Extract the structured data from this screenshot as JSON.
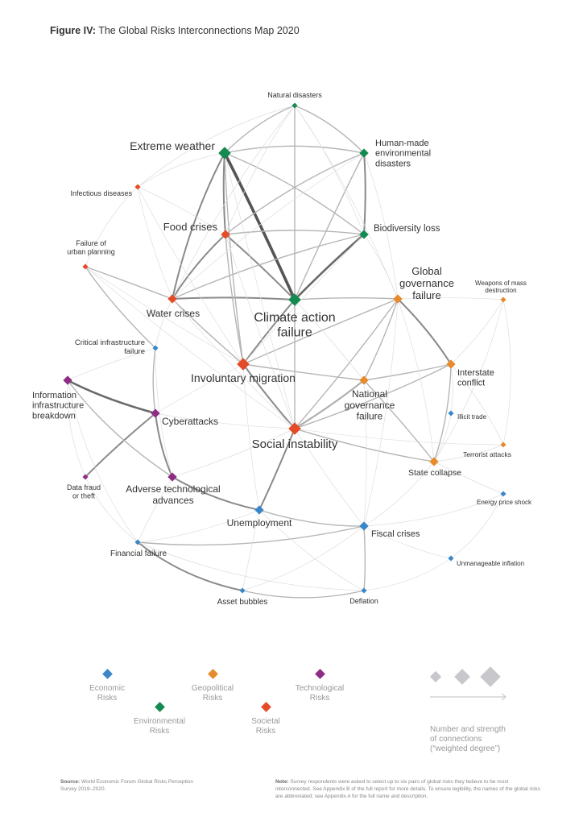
{
  "title": {
    "prefix": "Figure IV:",
    "text": "The Global Risks Interconnections Map 2020"
  },
  "colors": {
    "economic": "#3a87c8",
    "environmental": "#138a4f",
    "geopolitical": "#e88a2a",
    "societal": "#e44b26",
    "technological": "#8e2d85",
    "edge": "#999999",
    "legend_size": "#c8c8cc"
  },
  "nodes": [
    {
      "id": "nat",
      "label": [
        "Natural disasters"
      ],
      "cat": "environmental",
      "deg": 1
    },
    {
      "id": "ext",
      "label": [
        "Extreme weather"
      ],
      "cat": "environmental",
      "deg": 3
    },
    {
      "id": "hum",
      "label": [
        "Human-made",
        "environmental",
        "disasters"
      ],
      "cat": "environmental",
      "deg": 2
    },
    {
      "id": "inf",
      "label": [
        "Infectious diseases"
      ],
      "cat": "societal",
      "deg": 1
    },
    {
      "id": "food",
      "label": [
        "Food crises"
      ],
      "cat": "societal",
      "deg": 2
    },
    {
      "id": "bio",
      "label": [
        "Biodiversity loss"
      ],
      "cat": "environmental",
      "deg": 2
    },
    {
      "id": "urb",
      "label": [
        "Failure of",
        "urban planning"
      ],
      "cat": "societal",
      "deg": 1
    },
    {
      "id": "wat",
      "label": [
        "Water crises"
      ],
      "cat": "societal",
      "deg": 2
    },
    {
      "id": "cli",
      "label": [
        "Climate action",
        "failure"
      ],
      "cat": "environmental",
      "deg": 3
    },
    {
      "id": "glo",
      "label": [
        "Global",
        "governance",
        "failure"
      ],
      "cat": "geopolitical",
      "deg": 2
    },
    {
      "id": "wmd",
      "label": [
        "Weapons of mass",
        "destruction"
      ],
      "cat": "geopolitical",
      "deg": 1
    },
    {
      "id": "cri",
      "label": [
        "Critical infrastructure",
        "failure"
      ],
      "cat": "economic",
      "deg": 1
    },
    {
      "id": "inv",
      "label": [
        "Involuntary migration"
      ],
      "cat": "societal",
      "deg": 3
    },
    {
      "id": "nag",
      "label": [
        "National",
        "governance",
        "failure"
      ],
      "cat": "geopolitical",
      "deg": 2
    },
    {
      "id": "int",
      "label": [
        "Interstate",
        "conflict"
      ],
      "cat": "geopolitical",
      "deg": 2
    },
    {
      "id": "iib",
      "label": [
        "Information",
        "infrastructure",
        "breakdown"
      ],
      "cat": "technological",
      "deg": 2
    },
    {
      "id": "cyb",
      "label": [
        "Cyberattacks"
      ],
      "cat": "technological",
      "deg": 2
    },
    {
      "id": "ill",
      "label": [
        "Illicit trade"
      ],
      "cat": "economic",
      "deg": 1
    },
    {
      "id": "soc",
      "label": [
        "Social instability"
      ],
      "cat": "societal",
      "deg": 3
    },
    {
      "id": "ter",
      "label": [
        "Terrorist attacks"
      ],
      "cat": "geopolitical",
      "deg": 1
    },
    {
      "id": "sta",
      "label": [
        "State collapse"
      ],
      "cat": "geopolitical",
      "deg": 2
    },
    {
      "id": "dat",
      "label": [
        "Data fraud",
        "or theft"
      ],
      "cat": "technological",
      "deg": 1
    },
    {
      "id": "adv",
      "label": [
        "Adverse technological",
        "advances"
      ],
      "cat": "technological",
      "deg": 2
    },
    {
      "id": "ene",
      "label": [
        "Energy price shock"
      ],
      "cat": "economic",
      "deg": 1
    },
    {
      "id": "une",
      "label": [
        "Unemployment"
      ],
      "cat": "economic",
      "deg": 2
    },
    {
      "id": "fis",
      "label": [
        "Fiscal crises"
      ],
      "cat": "economic",
      "deg": 2
    },
    {
      "id": "fin",
      "label": [
        "Financial failure"
      ],
      "cat": "economic",
      "deg": 1
    },
    {
      "id": "unm",
      "label": [
        "Unmanageable inflation"
      ],
      "cat": "economic",
      "deg": 1
    },
    {
      "id": "ass",
      "label": [
        "Asset bubbles"
      ],
      "cat": "economic",
      "deg": 1
    },
    {
      "id": "def",
      "label": [
        "Deflation"
      ],
      "cat": "economic",
      "deg": 1
    }
  ],
  "edges": [
    [
      "ext",
      "cli",
      5
    ],
    [
      "bio",
      "cli",
      4
    ],
    [
      "iib",
      "cyb",
      4
    ],
    [
      "cyb",
      "dat",
      3
    ],
    [
      "soc",
      "une",
      3
    ],
    [
      "adv",
      "une",
      3
    ],
    [
      "fin",
      "ass",
      3
    ],
    [
      "soc",
      "nag",
      3
    ],
    [
      "inv",
      "soc",
      3
    ],
    [
      "glo",
      "int",
      3
    ],
    [
      "ext",
      "food",
      3
    ],
    [
      "ext",
      "wat",
      3
    ],
    [
      "food",
      "cli",
      3
    ],
    [
      "wat",
      "cli",
      3
    ],
    [
      "inv",
      "cli",
      3
    ],
    [
      "nat",
      "ext",
      2
    ],
    [
      "nat",
      "hum",
      2
    ],
    [
      "hum",
      "bio",
      3
    ],
    [
      "ext",
      "bio",
      2
    ],
    [
      "ext",
      "hum",
      2
    ],
    [
      "food",
      "wat",
      3
    ],
    [
      "food",
      "inv",
      2
    ],
    [
      "wat",
      "inv",
      2
    ],
    [
      "cli",
      "glo",
      2
    ],
    [
      "glo",
      "nag",
      2
    ],
    [
      "nag",
      "soc",
      2
    ],
    [
      "inv",
      "nag",
      2
    ],
    [
      "cyb",
      "adv",
      3
    ],
    [
      "iib",
      "adv",
      2
    ],
    [
      "cri",
      "cyb",
      2
    ],
    [
      "urb",
      "cri",
      2
    ],
    [
      "une",
      "fis",
      2
    ],
    [
      "fis",
      "fin",
      2
    ],
    [
      "fis",
      "def",
      2
    ],
    [
      "ass",
      "def",
      2
    ],
    [
      "soc",
      "sta",
      2
    ],
    [
      "nag",
      "sta",
      2
    ],
    [
      "int",
      "sta",
      2
    ],
    [
      "glo",
      "wmd",
      1
    ],
    [
      "int",
      "ter",
      1
    ],
    [
      "int",
      "wmd",
      1
    ],
    [
      "fis",
      "unm",
      1
    ],
    [
      "fis",
      "ene",
      1
    ],
    [
      "hum",
      "cli",
      2
    ],
    [
      "nat",
      "cli",
      2
    ],
    [
      "inf",
      "food",
      1
    ],
    [
      "inf",
      "wat",
      1
    ],
    [
      "urb",
      "wat",
      2
    ],
    [
      "inf",
      "ext",
      1
    ],
    [
      "hum",
      "food",
      2
    ],
    [
      "bio",
      "food",
      2
    ],
    [
      "bio",
      "wat",
      2
    ],
    [
      "glo",
      "inv",
      2
    ],
    [
      "glo",
      "soc",
      2
    ],
    [
      "int",
      "soc",
      2
    ],
    [
      "int",
      "nag",
      2
    ],
    [
      "ill",
      "sta",
      1
    ],
    [
      "ter",
      "sta",
      1
    ],
    [
      "ene",
      "unm",
      1
    ],
    [
      "unm",
      "def",
      1
    ],
    [
      "une",
      "ass",
      1
    ],
    [
      "une",
      "fin",
      1
    ],
    [
      "adv",
      "fin",
      1
    ],
    [
      "dat",
      "iib",
      1
    ],
    [
      "iib",
      "cri",
      1
    ],
    [
      "cri",
      "wat",
      1
    ],
    [
      "soc",
      "adv",
      1
    ],
    [
      "soc",
      "fis",
      1
    ],
    [
      "inv",
      "une",
      1
    ],
    [
      "ext",
      "inv",
      2
    ],
    [
      "nat",
      "bio",
      1
    ],
    [
      "nat",
      "food",
      1
    ],
    [
      "nat",
      "wat",
      1
    ],
    [
      "hum",
      "wat",
      1
    ],
    [
      "bio",
      "glo",
      1
    ],
    [
      "bio",
      "inv",
      1
    ],
    [
      "cli",
      "soc",
      2
    ],
    [
      "cli",
      "nag",
      1
    ],
    [
      "glo",
      "sta",
      1
    ],
    [
      "glo",
      "fis",
      1
    ],
    [
      "nag",
      "fis",
      1
    ],
    [
      "sta",
      "fis",
      1
    ],
    [
      "ill",
      "int",
      1
    ],
    [
      "ter",
      "soc",
      1
    ],
    [
      "wmd",
      "ter",
      1
    ],
    [
      "wmd",
      "sta",
      1
    ],
    [
      "ene",
      "sta",
      1
    ],
    [
      "cyb",
      "soc",
      1
    ],
    [
      "cyb",
      "inv",
      1
    ],
    [
      "cri",
      "adv",
      1
    ],
    [
      "fin",
      "iib",
      1
    ],
    [
      "dat",
      "fin",
      1
    ],
    [
      "urb",
      "inv",
      1
    ],
    [
      "urb",
      "soc",
      1
    ],
    [
      "inf",
      "inv",
      1
    ],
    [
      "inf",
      "urb",
      1
    ],
    [
      "inf",
      "nat",
      1
    ],
    [
      "une",
      "def",
      1
    ],
    [
      "fin",
      "def",
      1
    ],
    [
      "ass",
      "fis",
      1
    ],
    [
      "ext",
      "soc",
      1
    ],
    [
      "food",
      "soc",
      1
    ],
    [
      "wat",
      "soc",
      1
    ],
    [
      "hum",
      "glo",
      1
    ],
    [
      "nat",
      "glo",
      1
    ]
  ],
  "legend": {
    "categories": [
      {
        "key": "economic",
        "label": [
          "Economic",
          "Risks"
        ]
      },
      {
        "key": "environmental",
        "label": [
          "Environmental",
          "Risks"
        ]
      },
      {
        "key": "geopolitical",
        "label": [
          "Geopolitical",
          "Risks"
        ]
      },
      {
        "key": "societal",
        "label": [
          "Societal",
          "Risks"
        ]
      },
      {
        "key": "technological",
        "label": [
          "Technological",
          "Risks"
        ]
      }
    ],
    "size_label": [
      "Number and strength",
      "of connections",
      "(“weighted degree”)"
    ]
  },
  "footer": {
    "source_label": "Source:",
    "source_text": "World Economic Forum Global Risks Perception Survey 2019–2020.",
    "note_label": "Note:",
    "note_text": "Survey respondents were asked to select up to six pairs of global risks they believe to be most interconnected. See Appendix B of the full report for more details. To ensure legibility, the names of the global risks are abbreviated; see Appendix A for the full name and description."
  }
}
